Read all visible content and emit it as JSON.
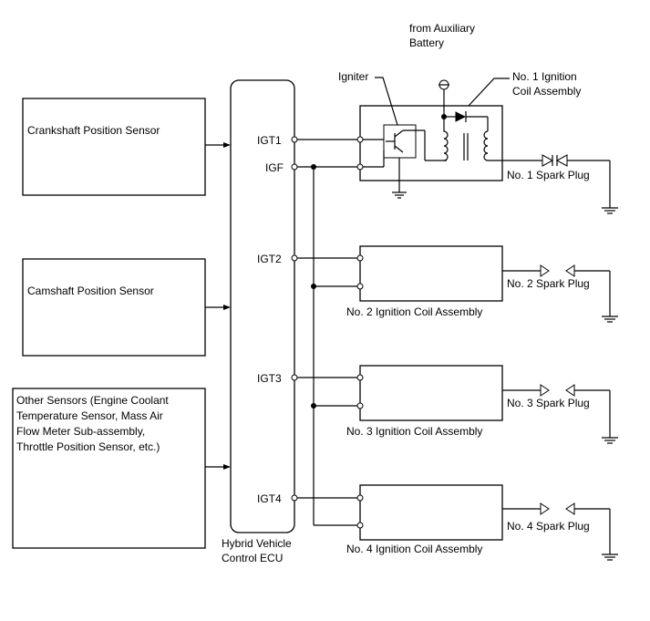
{
  "labels": {
    "supply_line1": "from Auxiliary",
    "supply_line2": "Battery",
    "igniter": "Igniter",
    "coil1_line1": "No. 1 Ignition",
    "coil1_line2": "Coil Assembly",
    "crankshaft": "Crankshaft Position Sensor",
    "camshaft": "Camshaft Position Sensor",
    "other_line1": "Other Sensors (Engine Coolant",
    "other_line2": "Temperature Sensor, Mass Air",
    "other_line3": "Flow Meter Sub-assembly,",
    "other_line4": "Throttle Position Sensor, etc.)",
    "ecu_line1": "Hybrid Vehicle",
    "ecu_line2": "Control ECU",
    "pin_igt1": "IGT1",
    "pin_igf": "IGF",
    "pin_igt2": "IGT2",
    "pin_igt3": "IGT3",
    "pin_igt4": "IGT4",
    "spark1": "No. 1 Spark Plug",
    "spark2": "No. 2 Spark Plug",
    "spark3": "No. 3 Spark Plug",
    "spark4": "No. 4 Spark Plug",
    "coil2": "No. 2 Ignition Coil Assembly",
    "coil3": "No. 3 Ignition Coil Assembly",
    "coil4": "No. 4 Ignition Coil Assembly"
  }
}
